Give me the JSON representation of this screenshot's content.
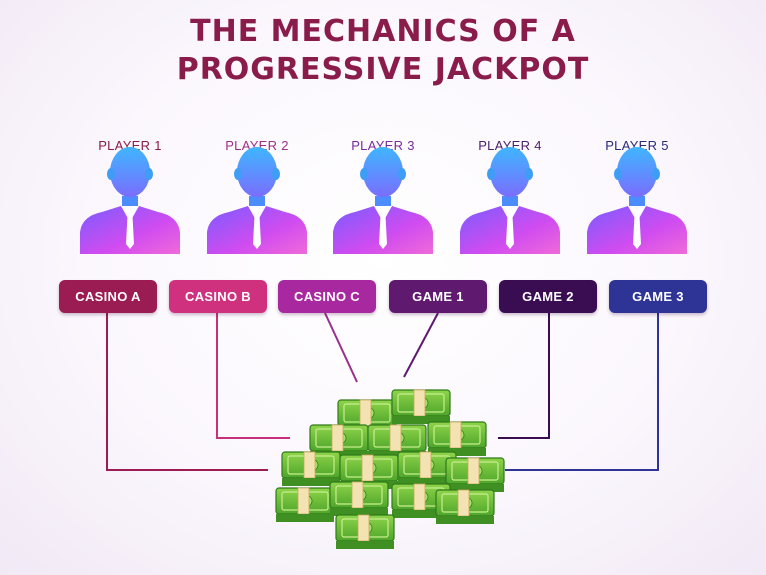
{
  "title": {
    "line1": "THE MECHANICS OF A",
    "line2": "PROGRESSIVE JACKPOT"
  },
  "players": [
    {
      "label": "PLAYER 1",
      "color": "#8a1c4c"
    },
    {
      "label": "PLAYER 2",
      "color": "#9c2f8a"
    },
    {
      "label": "PLAYER 3",
      "color": "#7a2a9a"
    },
    {
      "label": "PLAYER 4",
      "color": "#4a1f6a"
    },
    {
      "label": "PLAYER 5",
      "color": "#2a2a7a"
    }
  ],
  "sources": [
    {
      "label": "CASINO A",
      "color": "#9b1c52"
    },
    {
      "label": "CASINO B",
      "color": "#d0317f"
    },
    {
      "label": "CASINO C",
      "color": "#a7289f"
    },
    {
      "label": "GAME 1",
      "color": "#5f1a70"
    },
    {
      "label": "GAME 2",
      "color": "#3a0c52"
    },
    {
      "label": "GAME 3",
      "color": "#2e3496"
    }
  ],
  "pot": {
    "icon": "money-stack-icon"
  }
}
